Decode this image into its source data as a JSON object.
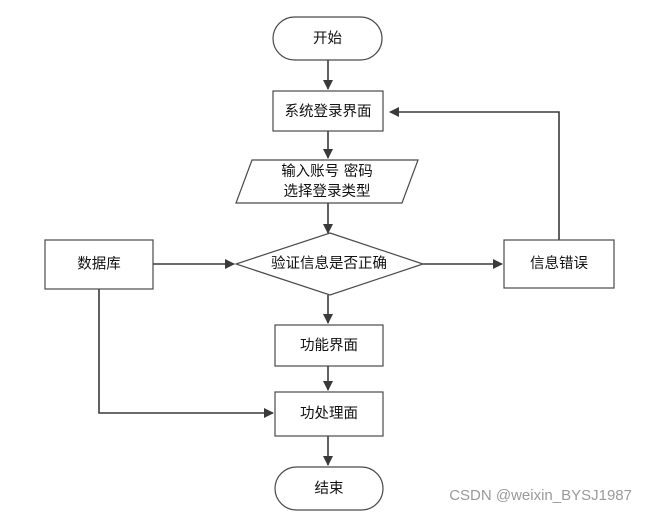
{
  "diagram": {
    "start": "开始",
    "login": "系统登录界面",
    "input_line1": "输入账号 密码",
    "input_line2": "选择登录类型",
    "decision": "验证信息是否正确",
    "database": "数据库",
    "error": "信息错误",
    "function_ui": "功能界面",
    "process": "功处理面",
    "end": "结束"
  },
  "watermark": "CSDN @weixin_BYSJ1987",
  "colors": {
    "stroke": "#4a4a4a",
    "edge": "#3a3a3a",
    "text": "#111111",
    "watermark": "#9a9a9a"
  }
}
